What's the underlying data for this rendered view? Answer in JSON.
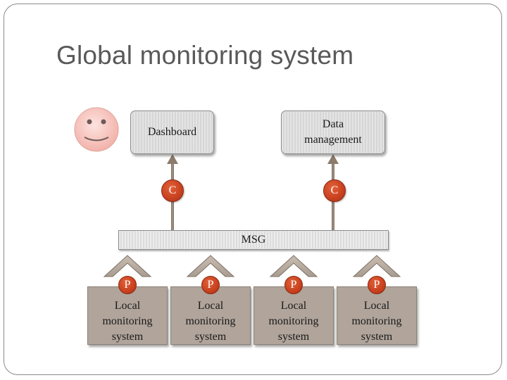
{
  "title": "Global monitoring system",
  "dashboard_label": "Dashboard",
  "data_management_label": "Data management",
  "consumer_label": "C",
  "msg_label": "MSG",
  "producer_label": "P",
  "local_lines": [
    "Local",
    "monitoring",
    "system"
  ],
  "colors": {
    "consumer_node": "#c8401e",
    "local_box": "#b0a49b",
    "arrow": "#8c7b6b",
    "face": "#f7c7c0"
  }
}
